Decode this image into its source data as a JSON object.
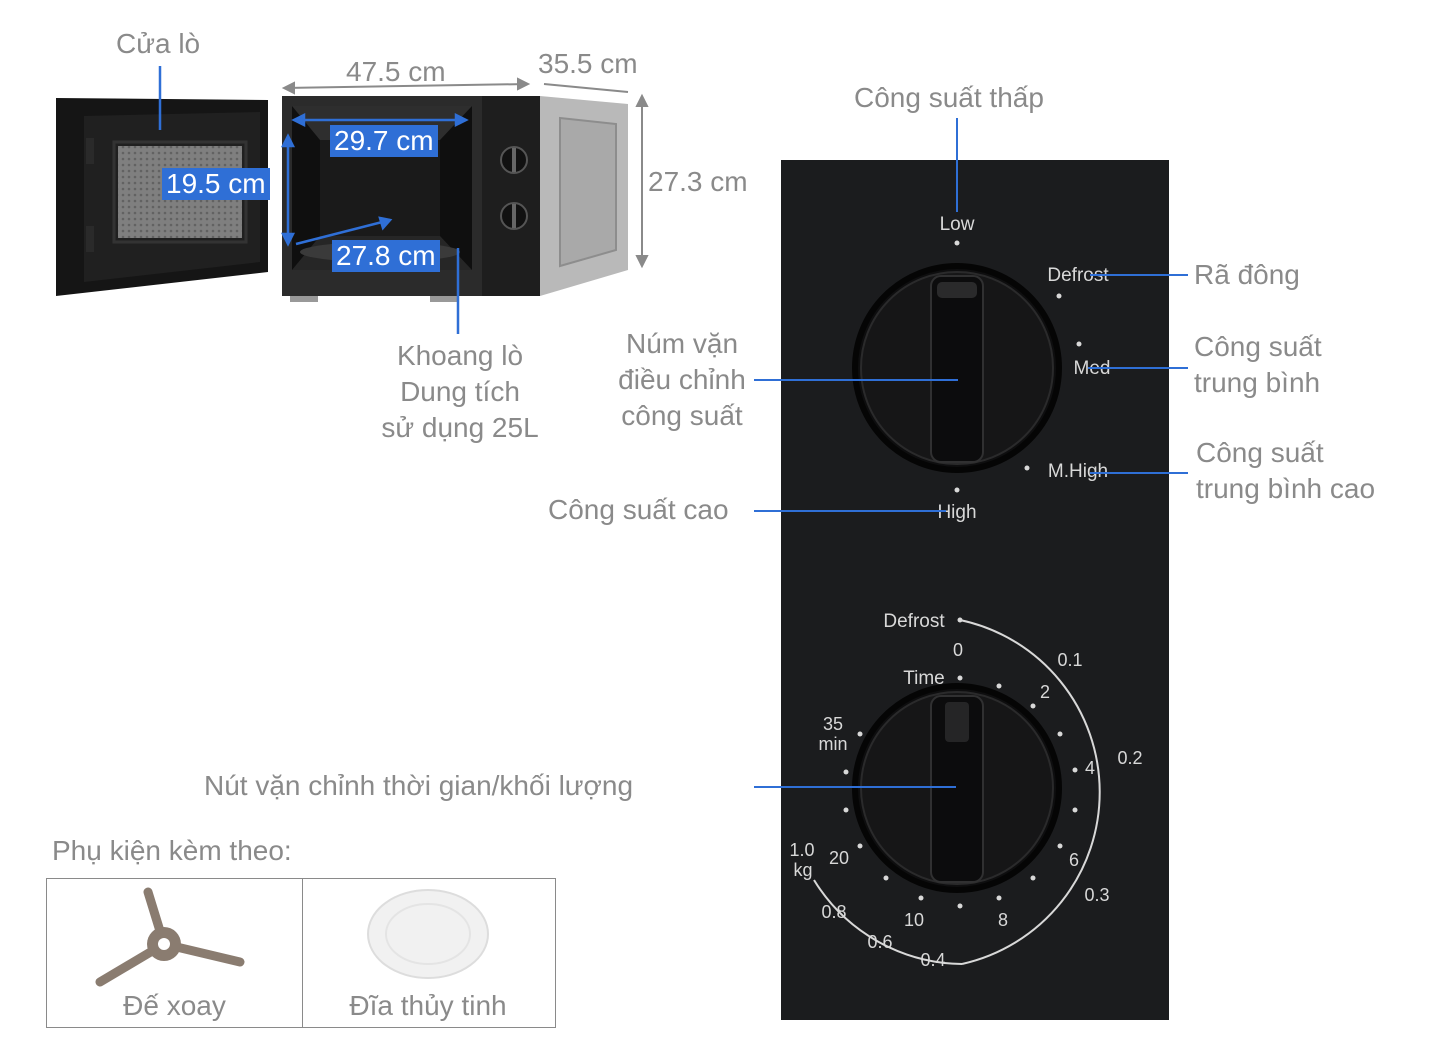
{
  "dimensions": {
    "width_outer": "47.5 cm",
    "depth": "35.5 cm",
    "height_outer": "27.3 cm",
    "width_inner": "29.7 cm",
    "height_inner": "19.5 cm",
    "depth_inner": "27.8 cm"
  },
  "labels": {
    "door": "Cửa lò",
    "cavity": [
      "Khoang lò",
      "Dung tích",
      "sử dụng 25L"
    ],
    "power_knob": [
      "Núm vặn",
      "điều chỉnh",
      "công suất"
    ],
    "low_power": "Công suất thấp",
    "defrost": "Rã đông",
    "med_power": [
      "Công suất",
      "trung bình"
    ],
    "med_high_power": [
      "Công suất",
      "trung bình cao"
    ],
    "high_power": "Công suất cao",
    "time_knob": "Nút vặn chỉnh thời gian/khối lượng"
  },
  "panel": {
    "power_marks": [
      "Low",
      "Defrost",
      "Med",
      "M.High",
      "High"
    ],
    "timer": {
      "defrost": "Defrost",
      "time": "Time",
      "minutes": [
        "0",
        "2",
        "4",
        "6",
        "8",
        "10",
        "20"
      ],
      "max_min": [
        "35",
        "min"
      ],
      "weights": [
        "0.1",
        "0.2",
        "0.3",
        "0.4",
        "0.6",
        "0.8"
      ],
      "max_kg": [
        "1.0",
        "kg"
      ]
    }
  },
  "accessories": {
    "title": "Phụ kiện kèm theo:",
    "items": [
      "Đế xoay",
      "Đĩa thủy tinh"
    ]
  },
  "colors": {
    "accent": "#2f6fd6",
    "label_gray": "#8a8a8a",
    "panel": "#1b1c1e"
  }
}
